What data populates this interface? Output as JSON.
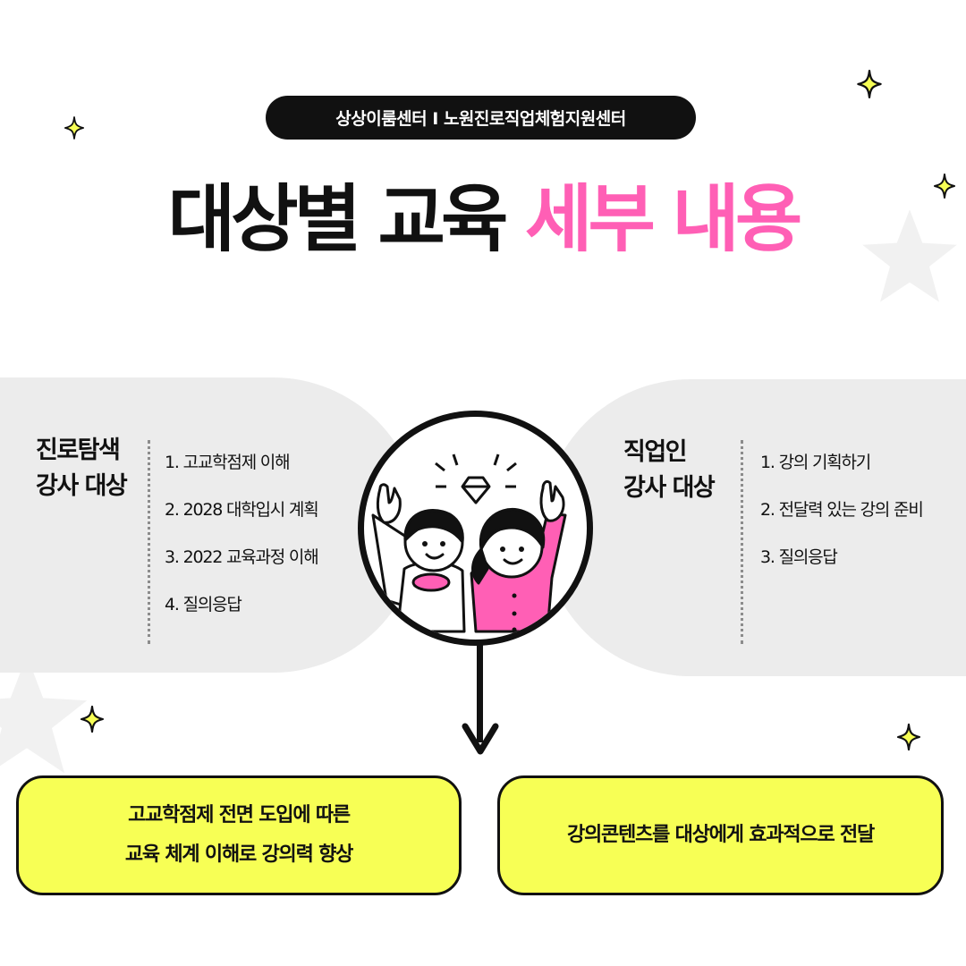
{
  "header": {
    "pill_text": "상상이룸센터 I 노원진로직업체험지원센터",
    "title_part1": "대상별 교육",
    "title_part2": "세부 내용",
    "accent_color": "#ff5fb5"
  },
  "left_panel": {
    "heading_line1": "진로탐색",
    "heading_line2": "강사 대상",
    "items": [
      "1. 고교학점제 이해",
      "2. 2028 대학입시 계획",
      "3. 2022 교육과정 이해",
      "4. 질의응답"
    ]
  },
  "right_panel": {
    "heading_line1": "직업인",
    "heading_line2": "강사 대상",
    "items": [
      "1. 강의 기획하기",
      "2. 전달력 있는 강의 준비",
      "3.  질의응답"
    ]
  },
  "illustration": {
    "icon": "diamond-icon",
    "figure_colors": [
      "#ffffff",
      "#ff5fb5"
    ]
  },
  "result_boxes": {
    "left_line1": "고교학점제 전면 도입에 따른",
    "left_line2": "교육 체계 이해로 강의력 향상",
    "right_text": "강의콘텐츠를 대상에게 효과적으로 전달",
    "box_color": "#f7ff55"
  }
}
